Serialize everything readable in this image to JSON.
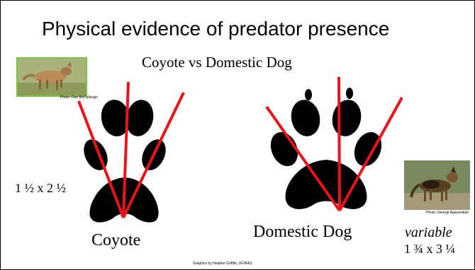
{
  "slide": {
    "title": "Physical evidence of predator presence",
    "subtitle": "Coyote vs Domestic Dog"
  },
  "coyote": {
    "photo_credit": "Photo: Dan McCullough",
    "size": "1 ½ x 2 ½",
    "label": "Coyote"
  },
  "dog": {
    "photo_credit": "Photo: George Agasandian",
    "label": "Domestic Dog",
    "variable_note": "variable",
    "size": "1 ¾ x 3 ¼"
  },
  "footer": {
    "graphics_credit": "Graphics by Heather Griffith, UF/IFAS"
  },
  "colors": {
    "paw": "#000000",
    "line": "#e8141b",
    "photo_border": "#7cc243"
  }
}
